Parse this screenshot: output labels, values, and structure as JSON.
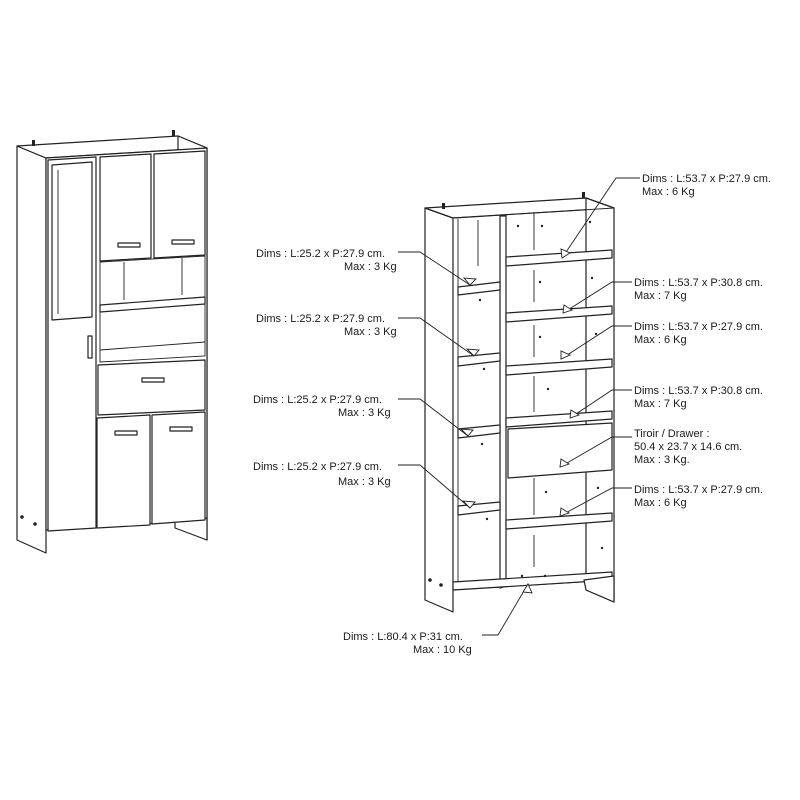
{
  "callouts": {
    "left_shelf_1": [
      "Dims : L:25.2 x P:27.9 cm.",
      "Max : 3 Kg"
    ],
    "left_shelf_2": [
      "Dims : L:25.2 x P:27.9 cm.",
      "Max : 3 Kg"
    ],
    "left_shelf_3": [
      "Dims : L:25.2 x P:27.9 cm.",
      "Max : 3 Kg"
    ],
    "left_shelf_4": [
      "Dims : L:25.2 x P:27.9 cm.",
      "Max : 3 Kg"
    ],
    "right_top": [
      "Dims : L:53.7 x P:27.9 cm.",
      "Max : 6 Kg"
    ],
    "right_shelf_2": [
      "Dims : L:53.7 x P:30.8 cm.",
      "Max : 7 Kg"
    ],
    "right_shelf_3": [
      "Dims : L:53.7 x P:27.9 cm.",
      "Max : 6 Kg"
    ],
    "right_shelf_4": [
      "Dims : L:53.7 x P:30.8 cm.",
      "Max : 7 Kg"
    ],
    "drawer": [
      "Tiroir / Drawer :",
      "50.4 x 23.7 x 14.6 cm.",
      "Max : 3 Kg."
    ],
    "right_shelf_5": [
      "Dims : L:53.7 x P:27.9 cm.",
      "Max : 6 Kg"
    ],
    "bottom": [
      "Dims : L:80.4 x P:31 cm.",
      "Max : 10 Kg"
    ]
  },
  "icons": {
    "handle": "handle-icon",
    "arrow": "arrow-pointer-icon"
  }
}
